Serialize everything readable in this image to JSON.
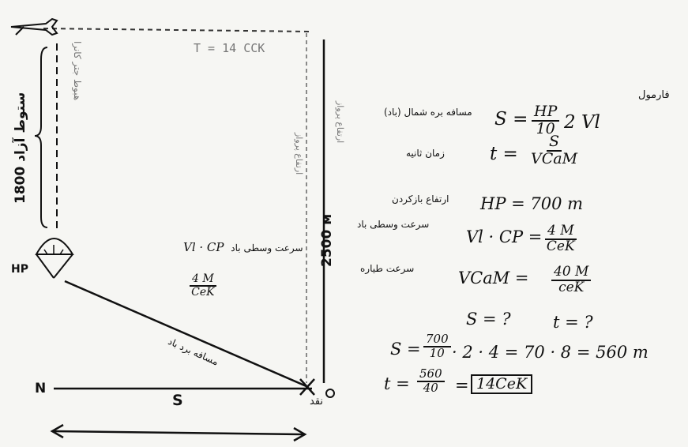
{
  "diagram": {
    "top_faint": "T = 14 CCK",
    "height_label": "1800 ستوط آزاد",
    "free_fall_label": "هبوط جتر کانرا",
    "hp": "HP",
    "n": "N",
    "s": "S",
    "target": "نقد",
    "wind_speed_symbol": "Vl · CP",
    "wind_speed_text": "سرعت وسطی باد",
    "wind_frac_num": "4 M",
    "wind_frac_den": "CeK",
    "drift_label": "مسافه برد باد",
    "right_height_1": "ارتفاع پرواز",
    "right_height_2": "ارتفاع پرواز",
    "height_2500": "2500 м"
  },
  "formulas": {
    "side_note": "فارمول",
    "s_text": "مسافه بره شمال (باد)",
    "s_lhs": "S =",
    "s_num": "HP",
    "s_den": "10",
    "s_rhs": "2  Vl",
    "t_text": "زمان ثانیه",
    "t_lhs": "t =",
    "t_num": "S",
    "t_den": "VCaM",
    "hp_text": "ارتفاع بازکردن",
    "hp_value": "HP = 700 m",
    "vl_text": "سرعت وسطی باد",
    "vl_lhs": "Vl · CP =",
    "vl_num": "4 M",
    "vl_den": "CeK",
    "vcan_text": "سرعت طیاره",
    "vcan_lhs": "VCaM  =",
    "vcan_num": "40 M",
    "vcan_den": "ceK",
    "unknown_s": "S = ?",
    "unknown_t": "t = ?",
    "calc_s_lhs": "S =",
    "calc_s_num": "700",
    "calc_s_den": "10",
    "calc_s_rhs": "· 2 · 4 = 70 · 8  = 560 m",
    "calc_t_lhs": "t =",
    "calc_t_num": "560",
    "calc_t_den": "40",
    "calc_t_equals": "=",
    "calc_t_result": "14CeK"
  }
}
